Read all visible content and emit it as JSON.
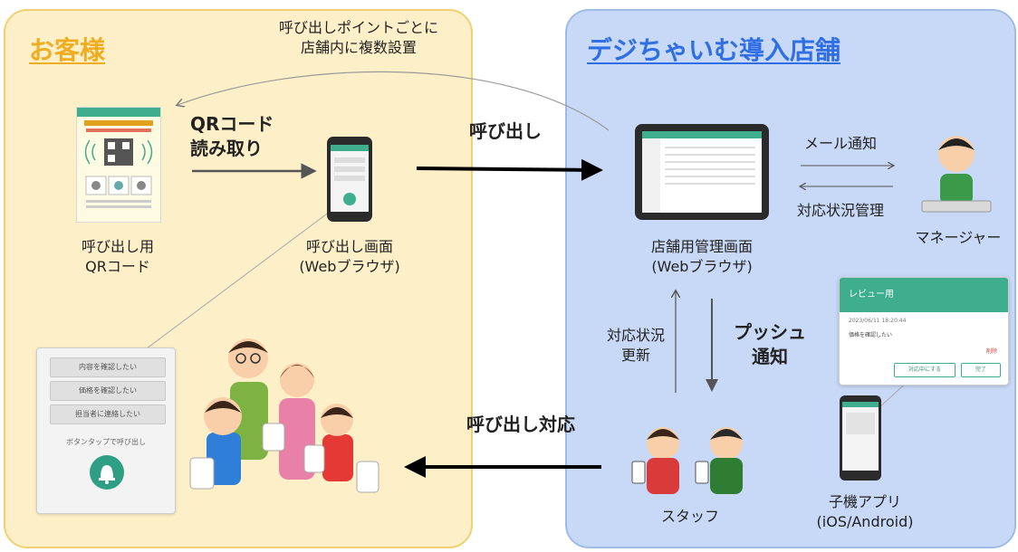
{
  "panels": {
    "customer_title": "お客様",
    "store_title": "デジちゃいむ導入店舗"
  },
  "note": {
    "line1": "呼び出しポイントごとに",
    "line2": "店舗内に複数設置"
  },
  "qr": {
    "label1": "呼び出し用",
    "label2": "QRコード",
    "arrow_line1": "QRコード",
    "arrow_line2": "読み取り"
  },
  "call_screen": {
    "label1": "呼び出し画面",
    "label2": "(Webブラウザ)",
    "buttons": [
      "内容を確認したい",
      "価格を確認したい",
      "担当者に連絡したい"
    ],
    "hint": "ボタンタップで呼び出し"
  },
  "flows": {
    "call": "呼び出し",
    "call_response": "呼び出し対応",
    "push_line1": "プッシュ",
    "push_line2": "通知",
    "status_update_line1": "対応状況",
    "status_update_line2": "更新",
    "mail": "メール通知",
    "status_manage": "対応状況管理"
  },
  "admin": {
    "label1": "店舗用管理画面",
    "label2": "(Webブラウザ)"
  },
  "roles": {
    "manager": "マネージャー",
    "staff": "スタッフ"
  },
  "app": {
    "label1": "子機アプリ",
    "label2": "(iOS/Android)"
  },
  "review_card": {
    "title": "レビュー用",
    "date": "2023/06/11 18:20:44",
    "message": "価格を確認したい",
    "delete": "削除",
    "btn_inprogress": "対応中にする",
    "btn_done": "完了"
  },
  "colors": {
    "customer_bg": "#fdefc8",
    "customer_border": "#f3cf73",
    "customer_title": "#f0ad22",
    "store_bg": "#c8d8f7",
    "store_border": "#9fbbea",
    "store_title": "#2f6fe3",
    "accent_green": "#3fae8e"
  }
}
